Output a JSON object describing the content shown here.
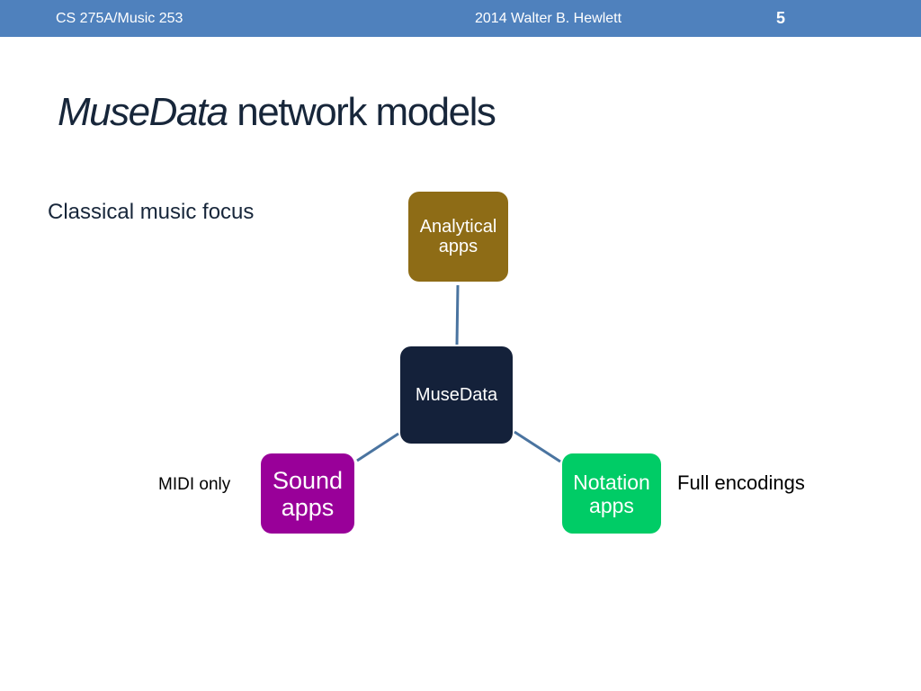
{
  "header": {
    "course": "CS 275A/Music 253",
    "author": "2014 Walter B. Hewlett",
    "page_number": "5"
  },
  "slide": {
    "title_italic": "MuseData",
    "title_rest": " network models",
    "focus_text": "Classical music focus"
  },
  "diagram": {
    "center": "MuseData",
    "top": {
      "line1": "Analytical",
      "line2": "apps"
    },
    "left": {
      "line1": "Sound",
      "line2": "apps"
    },
    "right": {
      "line1": "Notation",
      "line2": "apps"
    },
    "left_note": "MIDI only",
    "right_note": "Full encodings"
  },
  "colors": {
    "header_bar": "#4f81bd",
    "analytical": "#8e6c16",
    "center": "#14213a",
    "sound": "#990099",
    "notation": "#00cc66",
    "connector": "#4a74a0"
  }
}
